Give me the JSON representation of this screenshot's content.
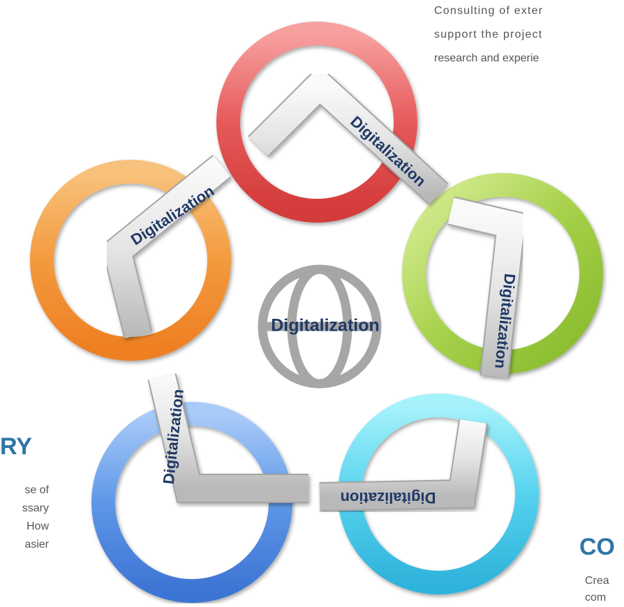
{
  "diagram": {
    "center_label": "Digitalization",
    "connector_labels": [
      "Digitalization",
      "Digitalization",
      "Digitalization",
      "Digitalization",
      "Digitalization"
    ],
    "ring_colors": [
      "#E84C4C",
      "#9BCB3C",
      "#3CC0E0",
      "#3F86E0",
      "#F39A3A"
    ]
  },
  "text_blocks": {
    "top_right": [
      "Consulting of exter",
      "support the project",
      "research and experie"
    ],
    "left_heading": "RY",
    "left_lines": [
      "se of",
      "ssary",
      "How",
      "asier"
    ],
    "right_heading": "CO",
    "right_lines": [
      "Crea",
      "com"
    ]
  }
}
